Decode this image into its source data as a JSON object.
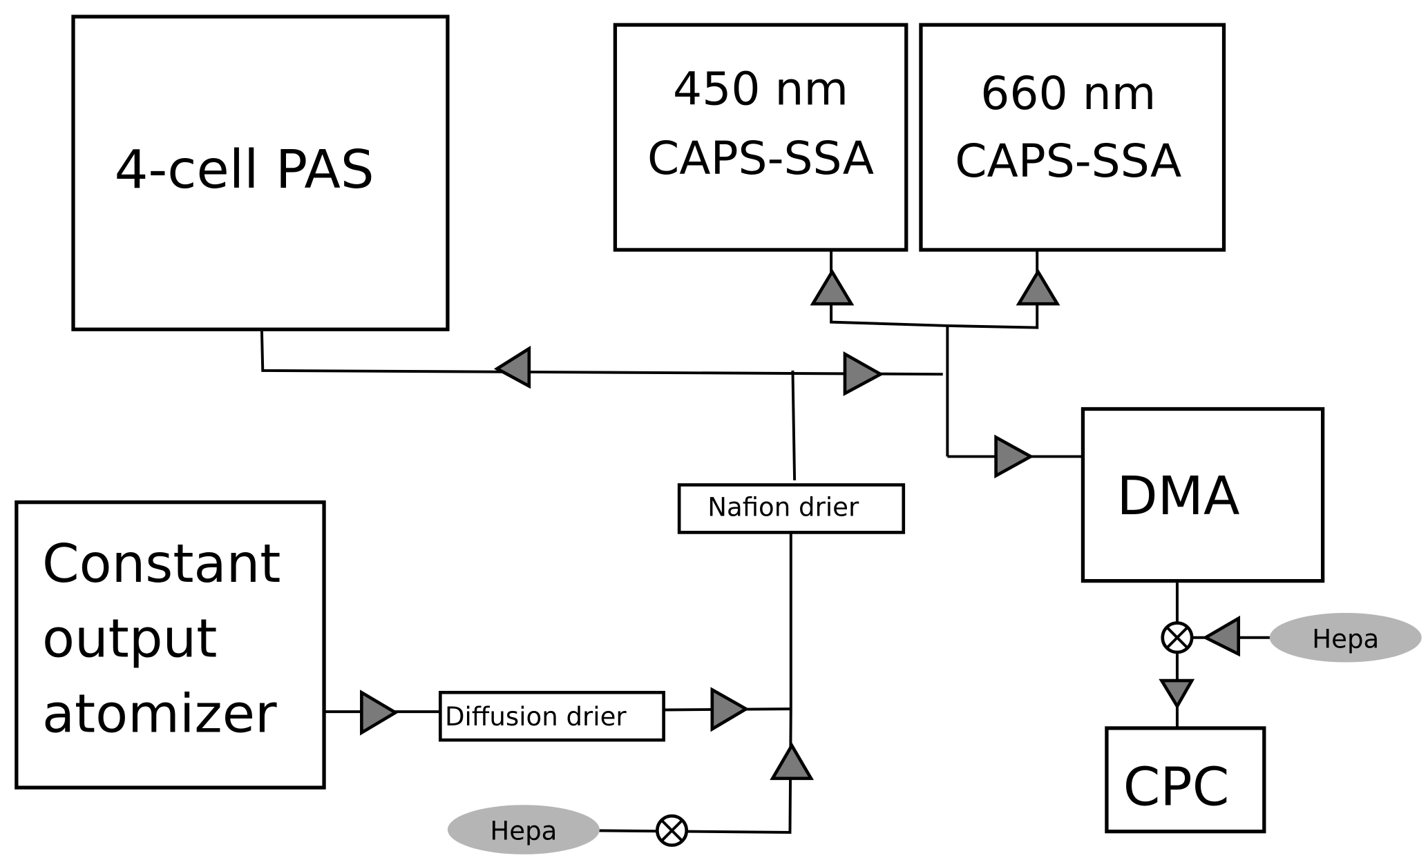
{
  "diagram": {
    "type": "instrument-flow-schematic",
    "components": {
      "pas": {
        "label": "4-cell PAS"
      },
      "caps450": {
        "line1": "450 nm",
        "line2": "CAPS-SSA"
      },
      "caps660": {
        "line1": "660 nm",
        "line2": "CAPS-SSA"
      },
      "dma": {
        "label": "DMA"
      },
      "cpc": {
        "label": "CPC"
      },
      "atomizer": {
        "line1": "Constant",
        "line2": "output",
        "line3": "atomizer"
      },
      "diffusion_drier": {
        "label": "Diffusion drier"
      },
      "nafion_drier": {
        "label": "Nafion drier"
      },
      "hepa_left": {
        "label": "Hepa"
      },
      "hepa_right": {
        "label": "Hepa"
      }
    },
    "colors": {
      "arrow_fill": "#7a7a7a",
      "hepa_fill": "#b5b5b5",
      "stroke": "#000000"
    },
    "flows": [
      {
        "from": "Constant output atomizer",
        "to": "Diffusion drier"
      },
      {
        "from": "Diffusion drier",
        "to": "Nafion drier"
      },
      {
        "from": "Hepa",
        "to": "Nafion drier",
        "via": "valve"
      },
      {
        "from": "Nafion drier",
        "to": "4-cell PAS"
      },
      {
        "from": "Nafion drier",
        "to": "450 nm CAPS-SSA"
      },
      {
        "from": "Nafion drier",
        "to": "660 nm CAPS-SSA"
      },
      {
        "from": "Nafion drier",
        "to": "DMA"
      },
      {
        "from": "DMA",
        "to": "CPC",
        "via": "valve"
      },
      {
        "from": "Hepa",
        "to": "CPC",
        "via": "valve"
      }
    ]
  }
}
